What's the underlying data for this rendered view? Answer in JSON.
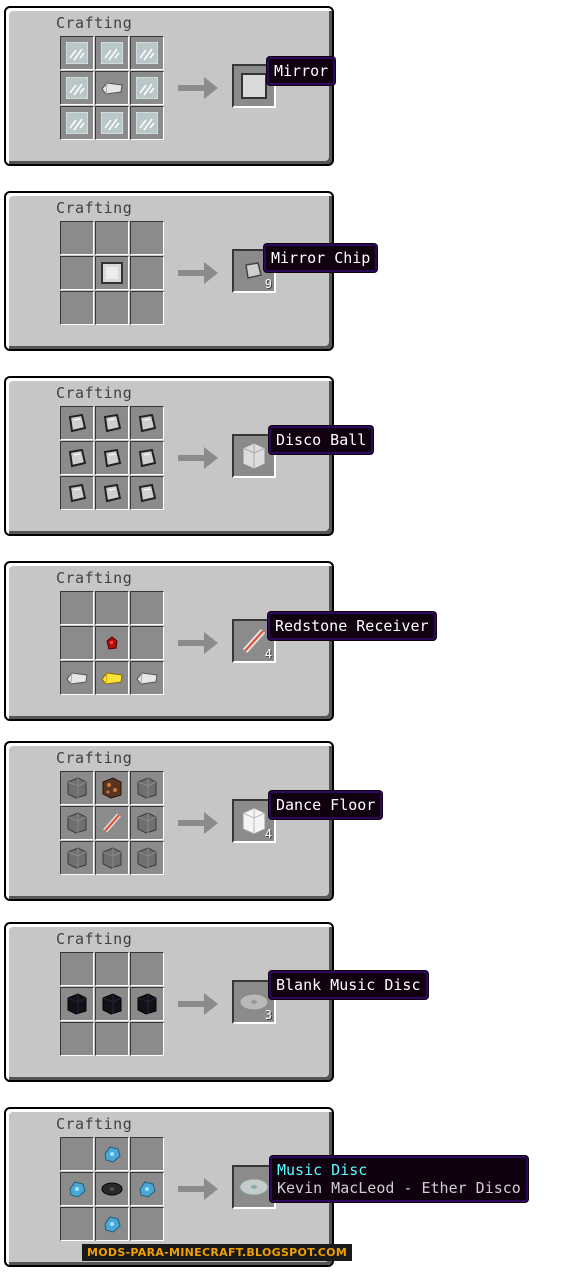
{
  "panel_title": "Crafting",
  "recipes": [
    {
      "result": "Mirror",
      "count": "",
      "grid": [
        "glass",
        "glass",
        "glass",
        "glass",
        "iron-ingot",
        "glass",
        "glass",
        "glass",
        "glass"
      ]
    },
    {
      "result": "Mirror Chip",
      "count": "9",
      "grid": [
        "",
        "",
        "",
        "",
        "mirror",
        "",
        "",
        "",
        ""
      ]
    },
    {
      "result": "Disco Ball",
      "count": "",
      "grid": [
        "chip",
        "chip",
        "chip",
        "chip",
        "chip",
        "chip",
        "chip",
        "chip",
        "chip"
      ]
    },
    {
      "result": "Redstone Receiver",
      "count": "4",
      "grid": [
        "",
        "",
        "",
        "",
        "redstone",
        "",
        "iron-ingot",
        "gold-ingot",
        "iron-ingot"
      ]
    },
    {
      "result": "Dance Floor",
      "count": "4",
      "grid": [
        "stone",
        "redstone-lamp",
        "stone",
        "stone",
        "receiver",
        "stone",
        "stone",
        "stone",
        "stone"
      ]
    },
    {
      "result": "Blank Music Disc",
      "count": "3",
      "grid": [
        "",
        "",
        "",
        "obsidian",
        "obsidian",
        "obsidian",
        "",
        "",
        ""
      ]
    },
    {
      "result": "Music Disc",
      "result_sub": "Kevin MacLeod - Ether Disco",
      "count": "",
      "grid": [
        "",
        "diamond-dust",
        "",
        "diamond-dust",
        "disc",
        "diamond-dust",
        "",
        "diamond-dust",
        ""
      ]
    }
  ],
  "watermark": "MODS-PARA-MINECRAFT.BLOGSPOT.COM",
  "colors": {
    "panel": "#c6c6c6",
    "slot": "#8b8b8b",
    "tooltip_bg": "#100010",
    "tooltip_border": "#2b0a5e",
    "music_disc_title": "#55ffff"
  }
}
